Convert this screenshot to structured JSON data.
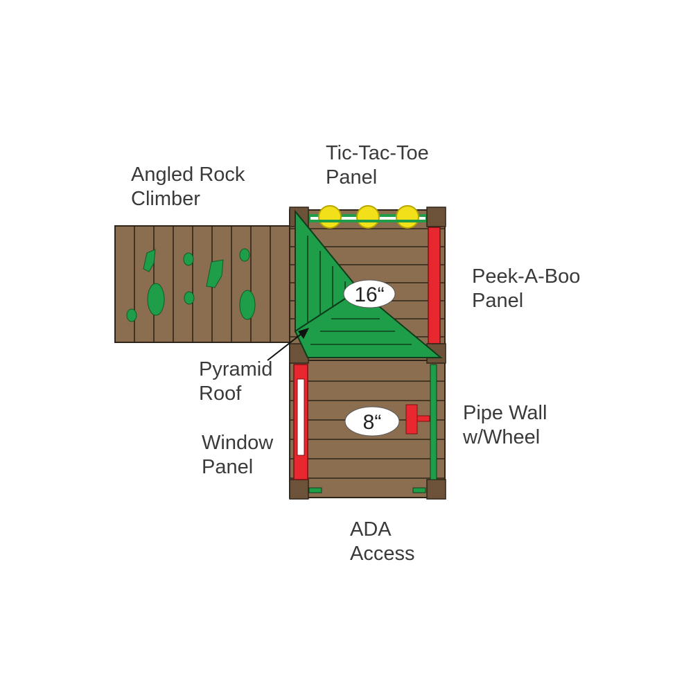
{
  "labels": {
    "rock_climber": [
      "Angled Rock",
      "Climber"
    ],
    "tic_tac_toe": [
      "Tic-Tac-Toe",
      "Panel"
    ],
    "peek_a_boo": [
      "Peek-A-Boo",
      "Panel"
    ],
    "pyramid_roof": [
      "Pyramid",
      "Roof"
    ],
    "pipe_wall": [
      "Pipe Wall",
      "w/Wheel"
    ],
    "window_panel": [
      "Window",
      "Panel"
    ],
    "ada_access": [
      "ADA",
      "Access"
    ]
  },
  "deck_heights": {
    "upper": "16“",
    "lower": "8“"
  },
  "colors": {
    "wood": "#8a6e4f",
    "post": "#6b5238",
    "green": "#1e9e48",
    "red": "#e8272f",
    "yellow": "#f2e11a",
    "label_text": "#3a3a3a"
  }
}
